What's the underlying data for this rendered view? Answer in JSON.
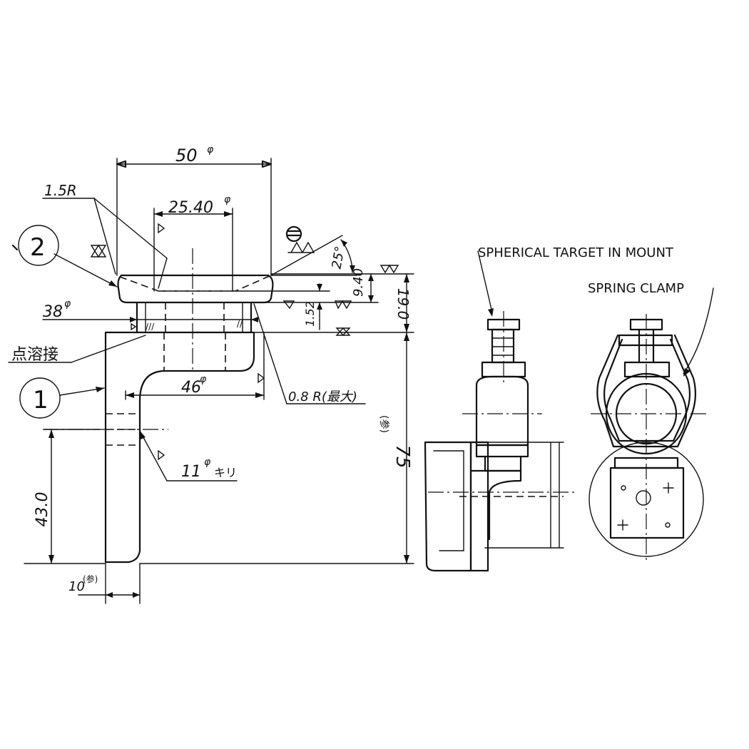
{
  "dims": {
    "d50": "50",
    "d2540": "25.40",
    "r15": "1.5R",
    "d38": "38",
    "d46": "46",
    "d152": "1.52",
    "d940": "9.40",
    "d190": "19.0",
    "angle25": "25°",
    "r08": "0.8 R(最大)",
    "weld": "点溶接",
    "d11": "11",
    "drill": "キリ",
    "d430": "43.0",
    "d75": "75",
    "ref75": "(参)",
    "d10": "10",
    "ref10": "(参)",
    "phi": "φ"
  },
  "items": {
    "item1": "1",
    "item2": "2"
  },
  "labels": {
    "spherical_target": "SPHERICAL TARGET IN MOUNT",
    "spring_clamp": "SPRING CLAMP"
  }
}
